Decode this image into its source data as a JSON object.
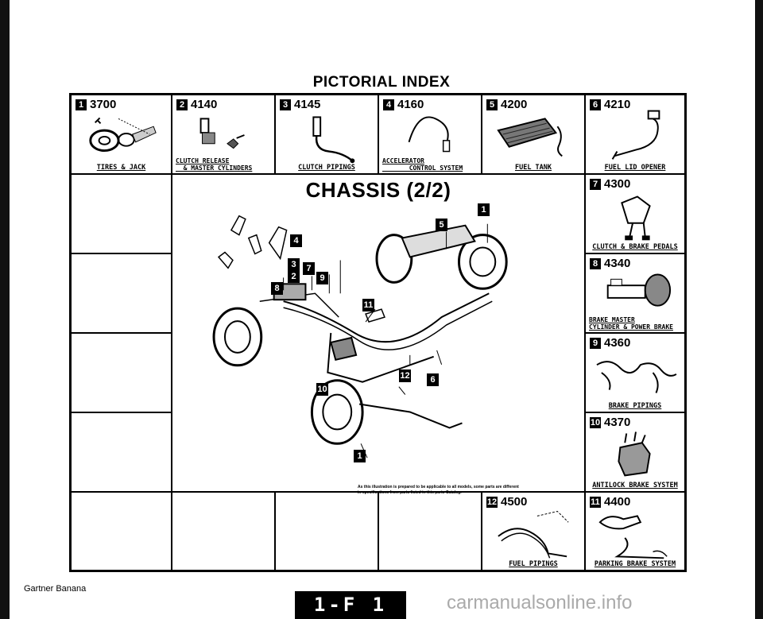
{
  "page_title": "PICTORIAL INDEX",
  "top_row": [
    {
      "num": "1",
      "code": "3700",
      "caption": "TIRES & JACK"
    },
    {
      "num": "2",
      "code": "4140",
      "caption": "CLUTCH RELEASE\n  & MASTER CYLINDERS"
    },
    {
      "num": "3",
      "code": "4145",
      "caption": "CLUTCH PIPINGS"
    },
    {
      "num": "4",
      "code": "4160",
      "caption": "ACCELERATOR\n       CONTROL SYSTEM"
    },
    {
      "num": "5",
      "code": "4200",
      "caption": "FUEL TANK"
    },
    {
      "num": "6",
      "code": "4210",
      "caption": "FUEL LID OPENER"
    }
  ],
  "right_column": [
    {
      "num": "7",
      "code": "4300",
      "caption": "CLUTCH & BRAKE PEDALS"
    },
    {
      "num": "8",
      "code": "4340",
      "caption": "BRAKE MASTER\nCYLINDER & POWER BRAKE"
    },
    {
      "num": "9",
      "code": "4360",
      "caption": "BRAKE PIPINGS"
    },
    {
      "num": "10",
      "code": "4370",
      "caption": "ANTILOCK BRAKE SYSTEM"
    }
  ],
  "bottom_row": [
    {
      "num": "12",
      "code": "4500",
      "caption": "FUEL PIPINGS"
    },
    {
      "num": "11",
      "code": "4400",
      "caption": "PARKING BRAKE SYSTEM"
    }
  ],
  "chassis_title": "CHASSIS (2/2)",
  "diagram_callouts": [
    "1",
    "5",
    "4",
    "3",
    "7",
    "2",
    "9",
    "8",
    "11",
    "12",
    "6",
    "10",
    "1"
  ],
  "note": "As this illustration is prepared to be applicable to all models, some parts are different\nin specifications from parts listed in this parts Catalog.",
  "footer_brand": "Gartner Banana",
  "page_label": "1-F 1",
  "watermark": "carmanualsonline.info"
}
